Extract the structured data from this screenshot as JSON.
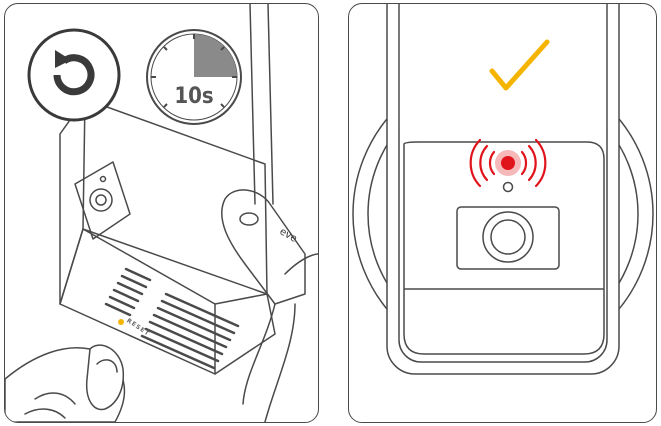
{
  "left_panel": {
    "timer_text": "10s",
    "timer_fraction": 0.25,
    "reset_label": "RESET",
    "brand_label": "eve",
    "reset_icon": "reset-circular-arrow-icon"
  },
  "right_panel": {
    "check_icon": "checkmark-icon",
    "status_led": "red-blinking-led-icon"
  },
  "colors": {
    "line": "#4a4a4a",
    "check": "#f5b400",
    "led": "#e0141b",
    "led_dot": "#f5b400"
  }
}
